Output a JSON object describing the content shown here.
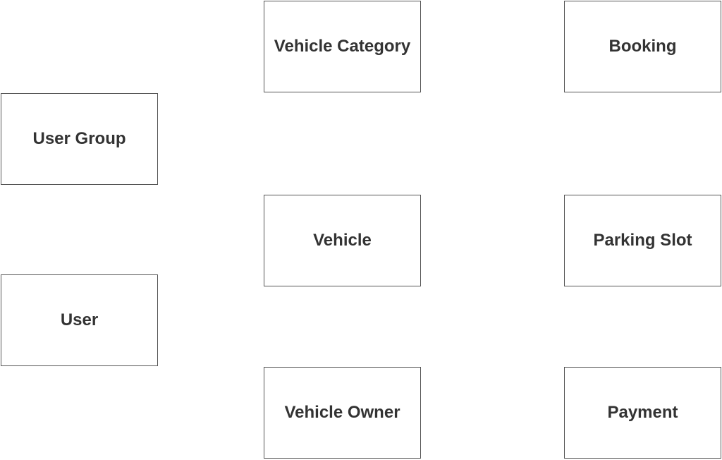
{
  "diagram": {
    "entities": [
      {
        "key": "user_group",
        "label": "User Group"
      },
      {
        "key": "user",
        "label": "User"
      },
      {
        "key": "vehicle_category",
        "label": "Vehicle Category"
      },
      {
        "key": "vehicle",
        "label": "Vehicle"
      },
      {
        "key": "vehicle_owner",
        "label": "Vehicle Owner"
      },
      {
        "key": "booking",
        "label": "Booking"
      },
      {
        "key": "parking_slot",
        "label": "Parking Slot"
      },
      {
        "key": "payment",
        "label": "Payment"
      }
    ],
    "colors": {
      "border": "#555555",
      "text": "#333333",
      "background": "#ffffff"
    }
  }
}
